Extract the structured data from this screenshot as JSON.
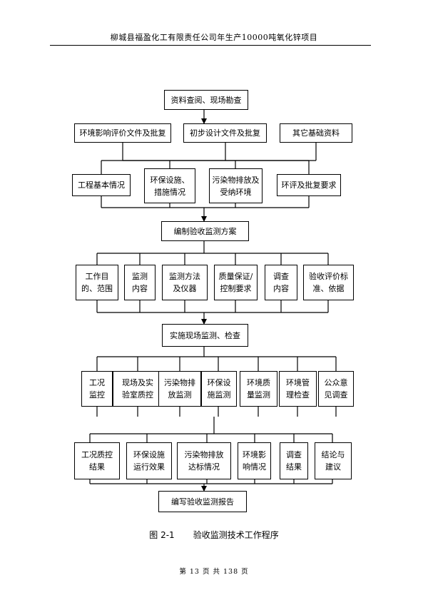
{
  "header": {
    "text": "柳城县福盈化工有限责任公司年生产10000吨氧化锌项目"
  },
  "flowchart": {
    "step1": "资料查阅、现场勘查",
    "row1": [
      "环境影响评价文件及批复",
      "初步设计文件及批复",
      "其它基础资料"
    ],
    "row2": [
      [
        "工程基本情况"
      ],
      [
        "环保设施、",
        "措施情况"
      ],
      [
        "污染物排放及",
        "受纳环境"
      ],
      [
        "环评及批复要求"
      ]
    ],
    "step2": "编制验收监测方案",
    "row3": [
      [
        "工作目",
        "的、范围"
      ],
      [
        "监测",
        "内容"
      ],
      [
        "监测方法",
        "及仪器"
      ],
      [
        "质量保证/",
        "控制要求"
      ],
      [
        "调查",
        "内容"
      ],
      [
        "验收评价标",
        "准、依据"
      ]
    ],
    "step3": "实施现场监测、检查",
    "row4": [
      [
        "工况",
        "监控"
      ],
      [
        "现场及实",
        "验室质控"
      ],
      [
        "污染物排",
        "放监测"
      ],
      [
        "环保设",
        "施监测"
      ],
      [
        "环境质",
        "量监测"
      ],
      [
        "环境管",
        "理检查"
      ],
      [
        "公众意",
        "见调查"
      ]
    ],
    "row5": [
      [
        "工况质控",
        "结果"
      ],
      [
        "环保设施",
        "运行效果"
      ],
      [
        "污染物排放",
        "达标情况"
      ],
      [
        "环境影",
        "响情况"
      ],
      [
        "调查",
        "结果"
      ],
      [
        "结论与",
        "建议"
      ]
    ],
    "step4": "编写验收监测报告"
  },
  "caption": {
    "number": "图 2-1",
    "title": "验收监测技术工作程序"
  },
  "footer": {
    "text": "第 13 页 共 138 页"
  }
}
